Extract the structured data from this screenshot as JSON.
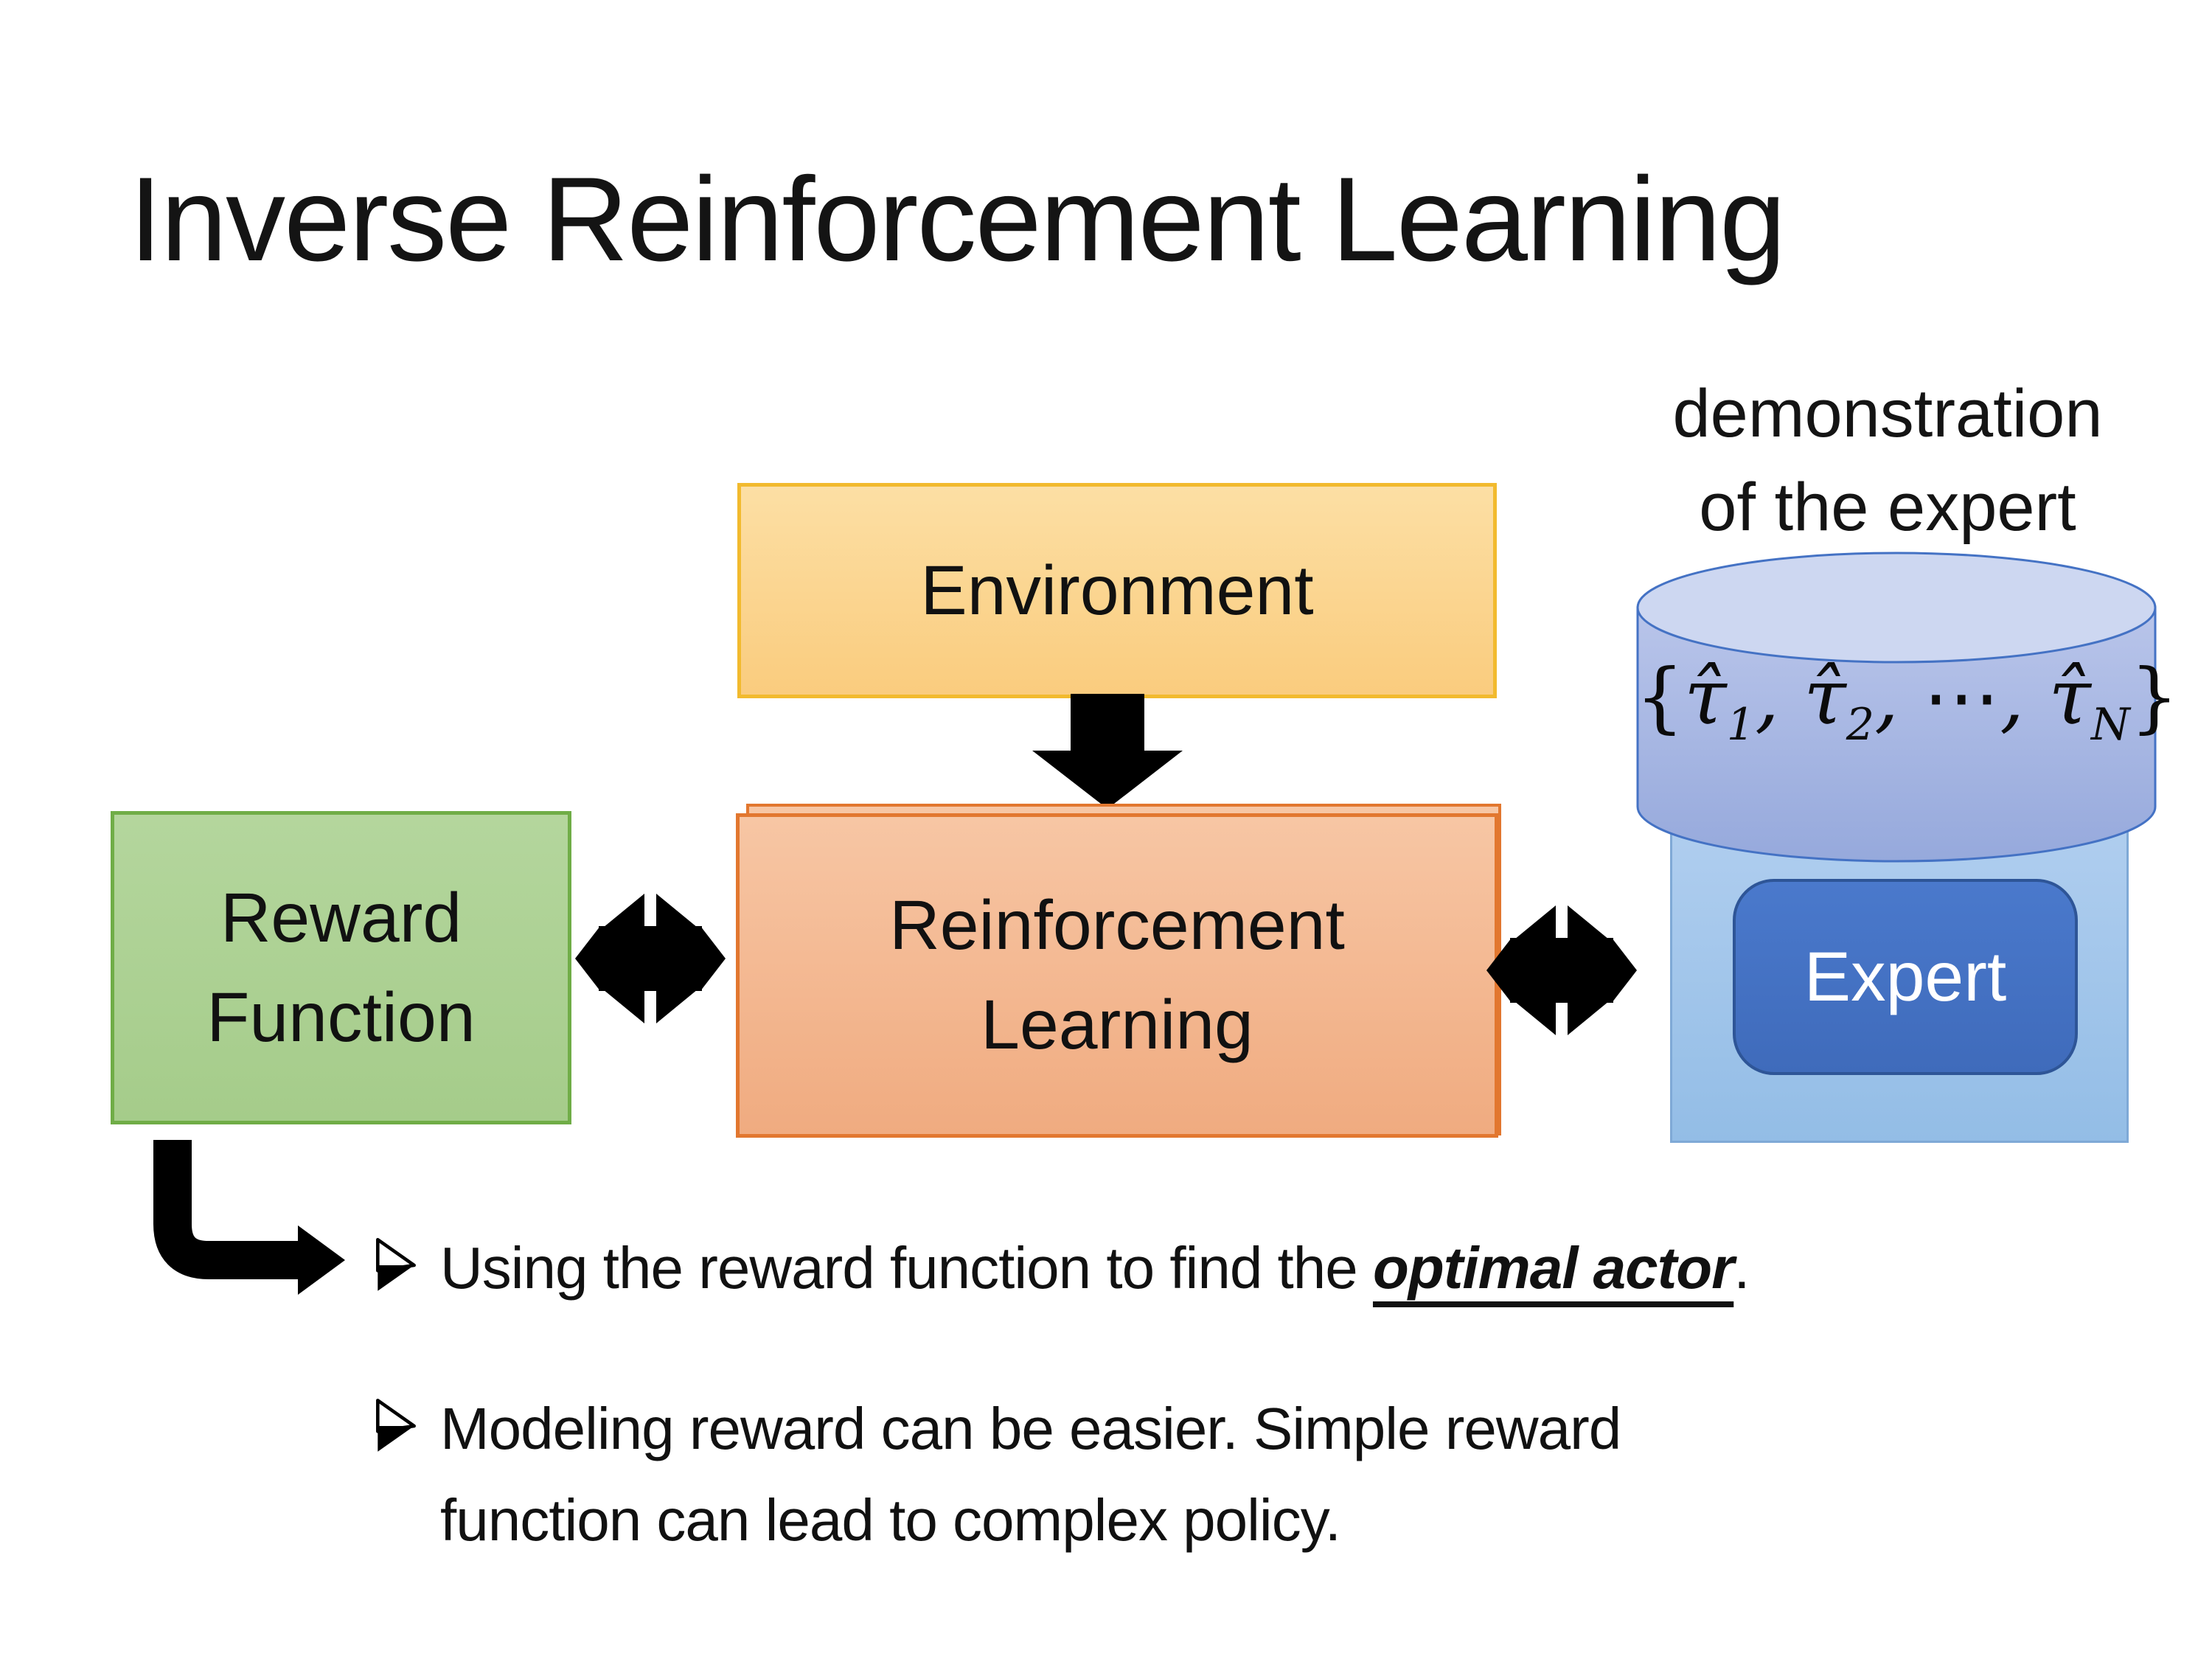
{
  "slide": {
    "title": "Inverse Reinforcement Learning",
    "background_color": "#FFFFFF",
    "text_color": "#141414"
  },
  "diagram": {
    "demo_label": "demonstration\nof the expert",
    "environment": {
      "label": "Environment",
      "fill_top": "#FCDFA4",
      "fill_bottom": "#FACC7E",
      "border_color": "#F2BA2E"
    },
    "reward_function": {
      "label": "Reward\nFunction",
      "fill_top": "#B4D69D",
      "fill_bottom": "#A5CC8A",
      "border_color": "#70AD47"
    },
    "reinforcement_learning": {
      "label": "Reinforcement\nLearning",
      "fill_top": "#F7C6A4",
      "fill_bottom": "#F0AB80",
      "border_color": "#E2772F"
    },
    "expert_panel": {
      "fill_top": "#B0CEEF",
      "fill_bottom": "#93BDE6",
      "border_color": "#7FA9D6"
    },
    "expert": {
      "label": "Expert",
      "fill_color": "#4472C4",
      "border_color": "#2E5597",
      "text_color": "#FFFFFF"
    },
    "cylinder": {
      "body_fill": "#9FB0DF",
      "top_fill": "#CDD7F1",
      "border_color": "#4472C4",
      "formula": {
        "open": "{",
        "tau": "τ̂",
        "sub1": "1",
        "sep1": ", ",
        "sub2": "2",
        "sep2": ", ",
        "dots": "⋯",
        "sep3": ", ",
        "subN": "N",
        "close": "}"
      }
    },
    "arrow_color": "#000000"
  },
  "bullets": {
    "item1": {
      "pre": "Using the reward function to find the ",
      "emphasis": "optimal actor",
      "post": "."
    },
    "item2": {
      "text": "Modeling reward can be easier. Simple reward\nfunction can lead to complex policy."
    }
  }
}
